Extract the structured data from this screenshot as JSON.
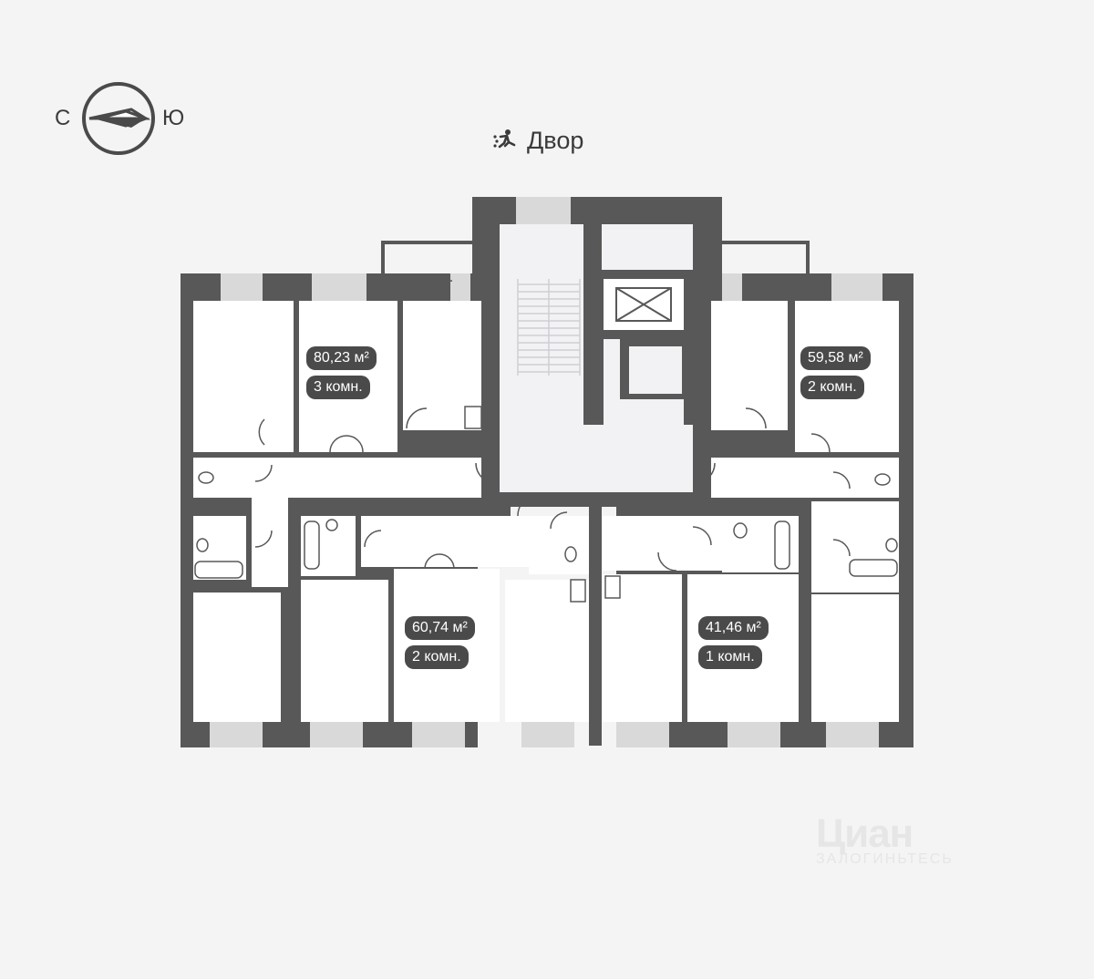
{
  "compass": {
    "left_letter": "С",
    "right_letter": "Ю",
    "icon": "compass-icon"
  },
  "courtyard": {
    "label": "Двор",
    "icon": "playground-icon"
  },
  "apartments": [
    {
      "area": "80,23 м²",
      "rooms": "3 комн."
    },
    {
      "area": "59,58 м²",
      "rooms": "2 комн."
    },
    {
      "area": "60,74 м²",
      "rooms": "2 комн."
    },
    {
      "area": "41,46 м²",
      "rooms": "1 комн."
    }
  ],
  "watermark": {
    "text": "Циан",
    "sub": "ЗАЛОГИНЬТЕСЬ"
  },
  "colors": {
    "wall": "#585858",
    "room": "#ffffff",
    "window": "#d9d9d9",
    "stair": "#f2f2f4",
    "badge": "#4a4a4a",
    "background": "#f4f4f4"
  }
}
